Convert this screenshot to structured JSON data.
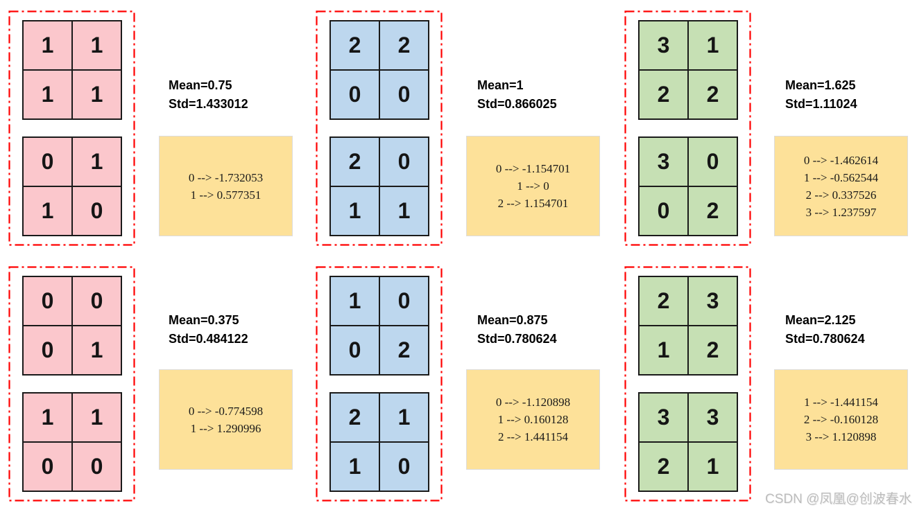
{
  "colors": {
    "pink": "#FBC7CC",
    "blue": "#BDD7EE",
    "green": "#C6E0B4",
    "yellow": "#FDE199",
    "dash": "#FF0000",
    "grid-line": "#1A1A1A"
  },
  "watermark": "CSDN @凤凰@创波春水",
  "groups": [
    {
      "id": "top-left",
      "color": "pink",
      "grid1": [
        "1",
        "1",
        "1",
        "1"
      ],
      "grid2": [
        "0",
        "1",
        "1",
        "0"
      ],
      "mean": "Mean=0.75",
      "std": "Std=1.433012",
      "mappings": [
        "0 --> -1.732053",
        "1 --> 0.577351"
      ]
    },
    {
      "id": "top-middle",
      "color": "blue",
      "grid1": [
        "2",
        "2",
        "0",
        "0"
      ],
      "grid2": [
        "2",
        "0",
        "1",
        "1"
      ],
      "mean": "Mean=1",
      "std": "Std=0.866025",
      "mappings": [
        "0 --> -1.154701",
        "1 --> 0",
        "2 --> 1.154701"
      ]
    },
    {
      "id": "top-right",
      "color": "green",
      "grid1": [
        "3",
        "1",
        "2",
        "2"
      ],
      "grid2": [
        "3",
        "0",
        "0",
        "2"
      ],
      "mean": "Mean=1.625",
      "std": "Std=1.11024",
      "mappings": [
        "0 --> -1.462614",
        "1 --> -0.562544",
        "2 --> 0.337526",
        "3 --> 1.237597"
      ]
    },
    {
      "id": "bottom-left",
      "color": "pink",
      "grid1": [
        "0",
        "0",
        "0",
        "1"
      ],
      "grid2": [
        "1",
        "1",
        "0",
        "0"
      ],
      "mean": "Mean=0.375",
      "std": "Std=0.484122",
      "mappings": [
        "0 --> -0.774598",
        "1 --> 1.290996"
      ]
    },
    {
      "id": "bottom-middle",
      "color": "blue",
      "grid1": [
        "1",
        "0",
        "0",
        "2"
      ],
      "grid2": [
        "2",
        "1",
        "1",
        "0"
      ],
      "mean": "Mean=0.875",
      "std": "Std=0.780624",
      "mappings": [
        "0 --> -1.120898",
        "1 --> 0.160128",
        "2 --> 1.441154"
      ]
    },
    {
      "id": "bottom-right",
      "color": "green",
      "grid1": [
        "2",
        "3",
        "1",
        "2"
      ],
      "grid2": [
        "3",
        "3",
        "2",
        "1"
      ],
      "mean": "Mean=2.125",
      "std": "Std=0.780624",
      "mappings": [
        "1 --> -1.441154",
        "2 --> -0.160128",
        "3 --> 1.120898"
      ]
    }
  ]
}
